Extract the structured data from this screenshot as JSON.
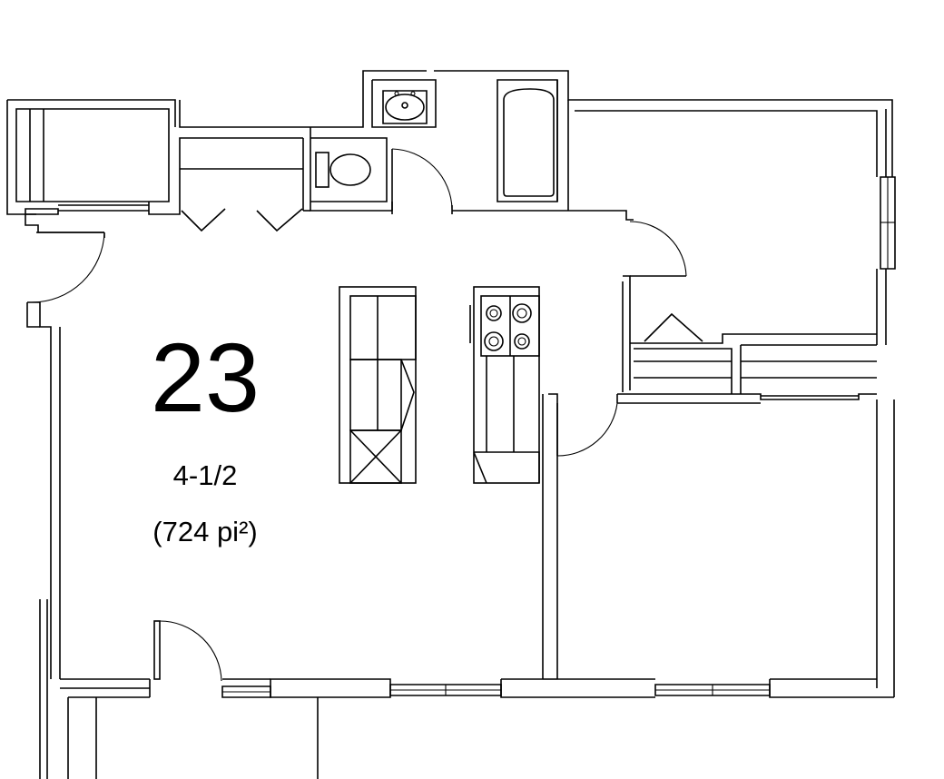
{
  "unit": {
    "number": "23",
    "type": "4-1/2",
    "area": "(724 pi²)"
  },
  "colors": {
    "line": "#000000",
    "background": "#ffffff"
  }
}
